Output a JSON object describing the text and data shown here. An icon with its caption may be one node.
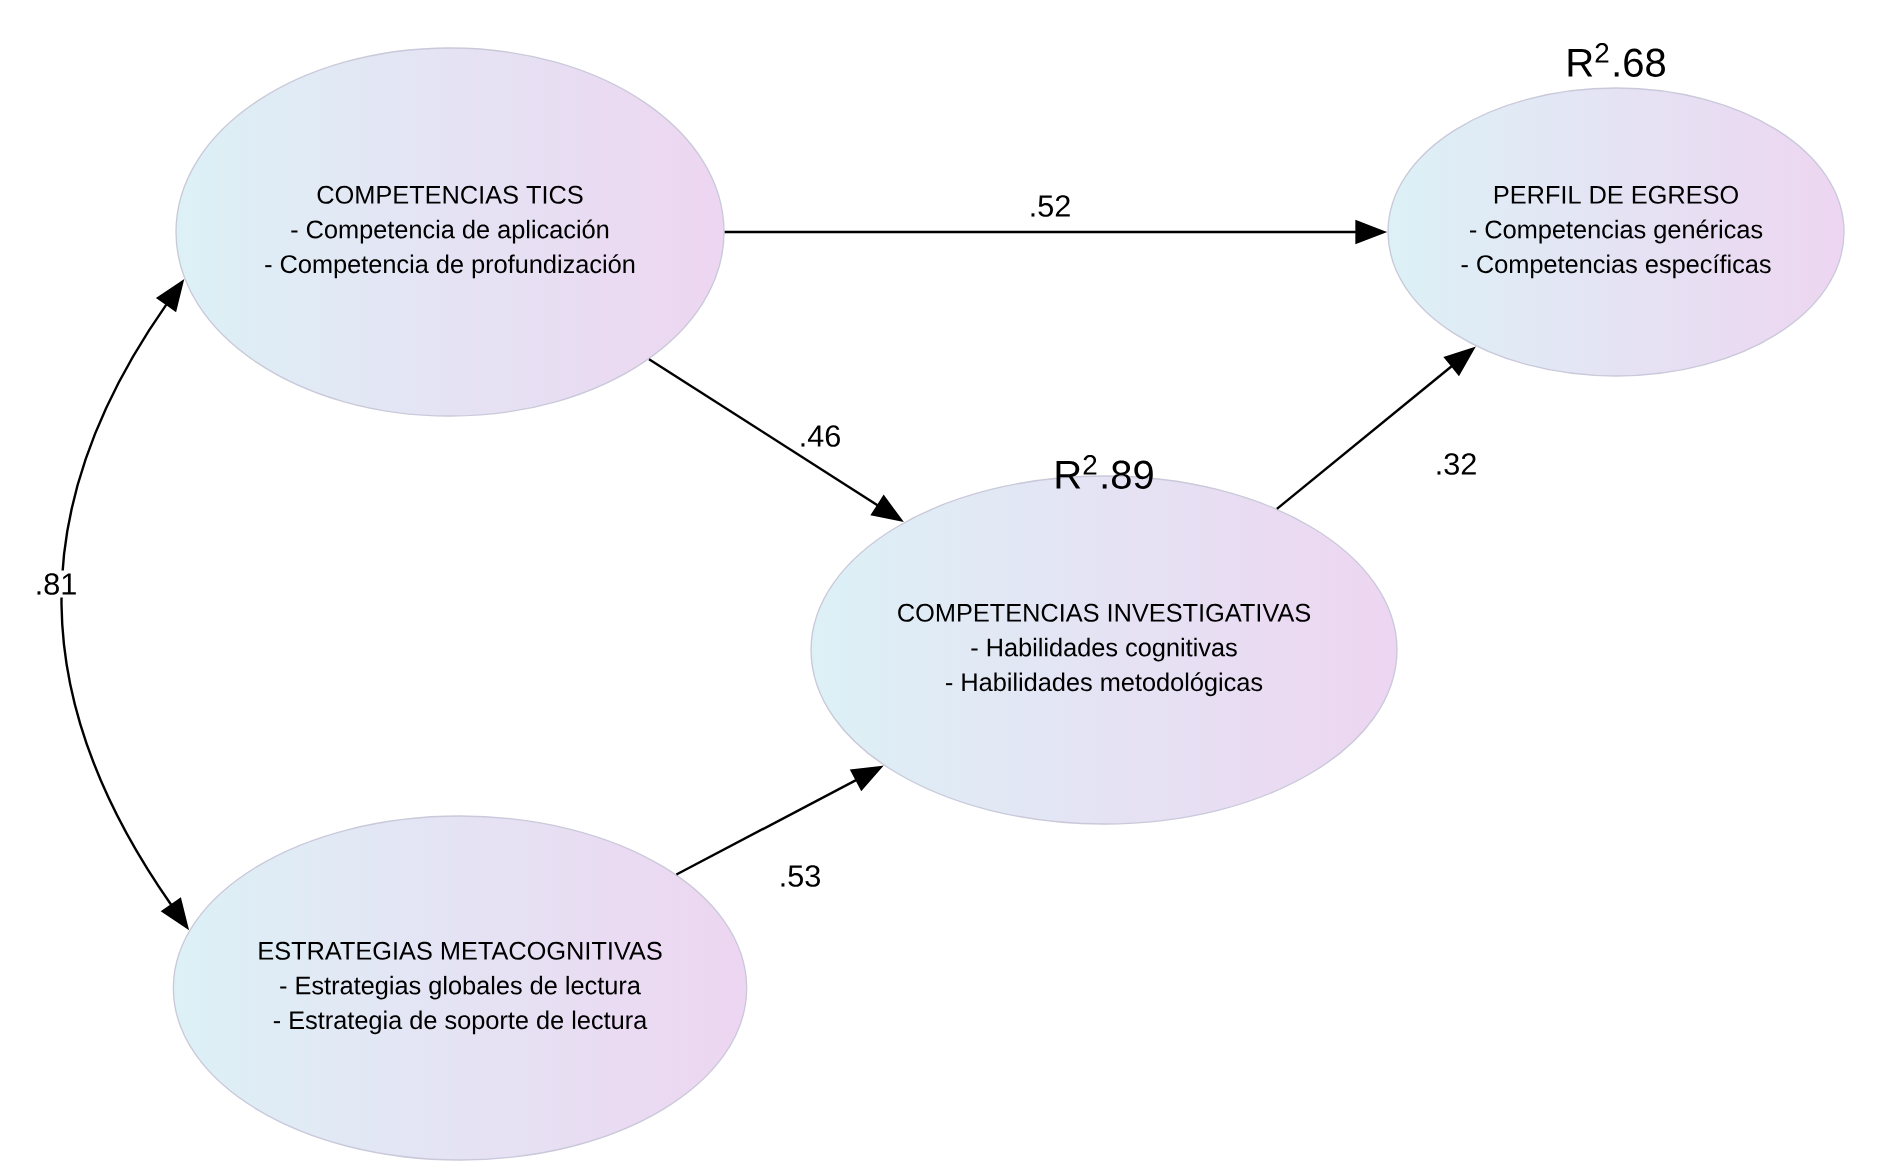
{
  "diagram": {
    "nodes": [
      {
        "text": [
          "COMPETENCIAS TICS",
          "- Competencia de aplicación",
          "- Competencia de profundización"
        ]
      },
      {
        "text": [
          "PERFIL DE EGRESO",
          "- Competencias genéricas",
          "- Competencias específicas"
        ],
        "beside": [
          "R$^{2}$.68"
        ]
      },
      {
        "text": [
          "COMPETENCIAS INVESTIGATIVAS",
          "- Habilidades cognitivas",
          "- Habilidades metodológicas"
        ],
        "beside": [
          "R$^{2}$.89"
        ]
      },
      {
        "text": [
          "ESTRATEGIAS METACOGNITIVAS",
          "- Estrategias globales de lectura",
          "- Estrategia de soporte de lectura"
        ]
      }
    ],
    "edges": [
      {
        "from": 0,
        "to": 1,
        "arrow": "to",
        "label": ".52"
      },
      {
        "from": 0,
        "to": 2,
        "arrow": "to",
        "label": ".46"
      },
      {
        "from": 2,
        "to": 1,
        "arrow": "to",
        "label": ".32"
      },
      {
        "from": 3,
        "to": 2,
        "arrow": "to",
        "label": ".53"
      },
      {
        "from": 0,
        "to": 3,
        "arrow": "both",
        "label": ".81"
      }
    ]
  }
}
